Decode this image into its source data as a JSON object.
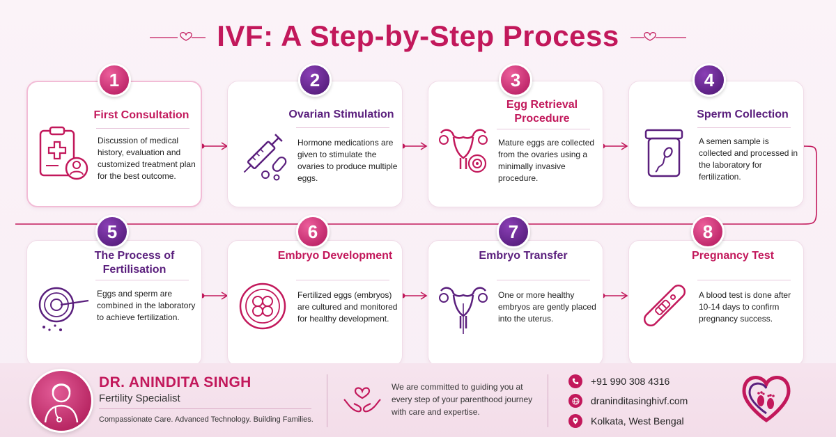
{
  "title": "IVF: A Step-by-Step Process",
  "colors": {
    "pink": "#c2185b",
    "purple": "#5a1f7d",
    "accent_light": "#f2bcd6"
  },
  "steps": [
    {
      "number": "1",
      "title": "First Consultation",
      "description": "Discussion of medical history, evaluation and customized treatment plan for the best outcome.",
      "icon": "clipboard-doctor-icon"
    },
    {
      "number": "2",
      "title": "Ovarian Stimulation",
      "description": "Hormone medications are given to stimulate the ovaries to produce multiple eggs.",
      "icon": "syringe-pills-icon"
    },
    {
      "number": "3",
      "title": "Egg Retrieval Procedure",
      "description": "Mature eggs are collected from the ovaries using a minimally invasive procedure.",
      "icon": "uterus-egg-icon"
    },
    {
      "number": "4",
      "title": "Sperm Collection",
      "description": "A semen sample is collected and processed in the laboratory for fertilization.",
      "icon": "sample-jar-icon"
    },
    {
      "number": "5",
      "title": "The Process of Fertilisation",
      "description": "Eggs and sperm are combined in the laboratory to achieve fertilization.",
      "icon": "egg-injection-icon"
    },
    {
      "number": "6",
      "title": "Embryo Development",
      "description": "Fertilized eggs (embryos) are cultured and monitored for healthy development.",
      "icon": "embryo-dish-icon"
    },
    {
      "number": "7",
      "title": "Embryo Transfer",
      "description": "One or more healthy embryos are gently placed into the uterus.",
      "icon": "uterus-icon"
    },
    {
      "number": "8",
      "title": "Pregnancy Test",
      "description": "A blood test is done after 10-14 days to confirm pregnancy success.",
      "icon": "pregnancy-test-icon"
    }
  ],
  "footer": {
    "name": "DR. ANINDITA SINGH",
    "role": "Fertility Specialist",
    "tagline": "Compassionate Care. Advanced Technology. Building Families.",
    "commitment": "We are committed to guiding you at every step of your parenthood journey with care and expertise.",
    "phone": "+91 990 308 4316",
    "website": "draninditasinghivf.com",
    "location": "Kolkata, West Bengal"
  }
}
